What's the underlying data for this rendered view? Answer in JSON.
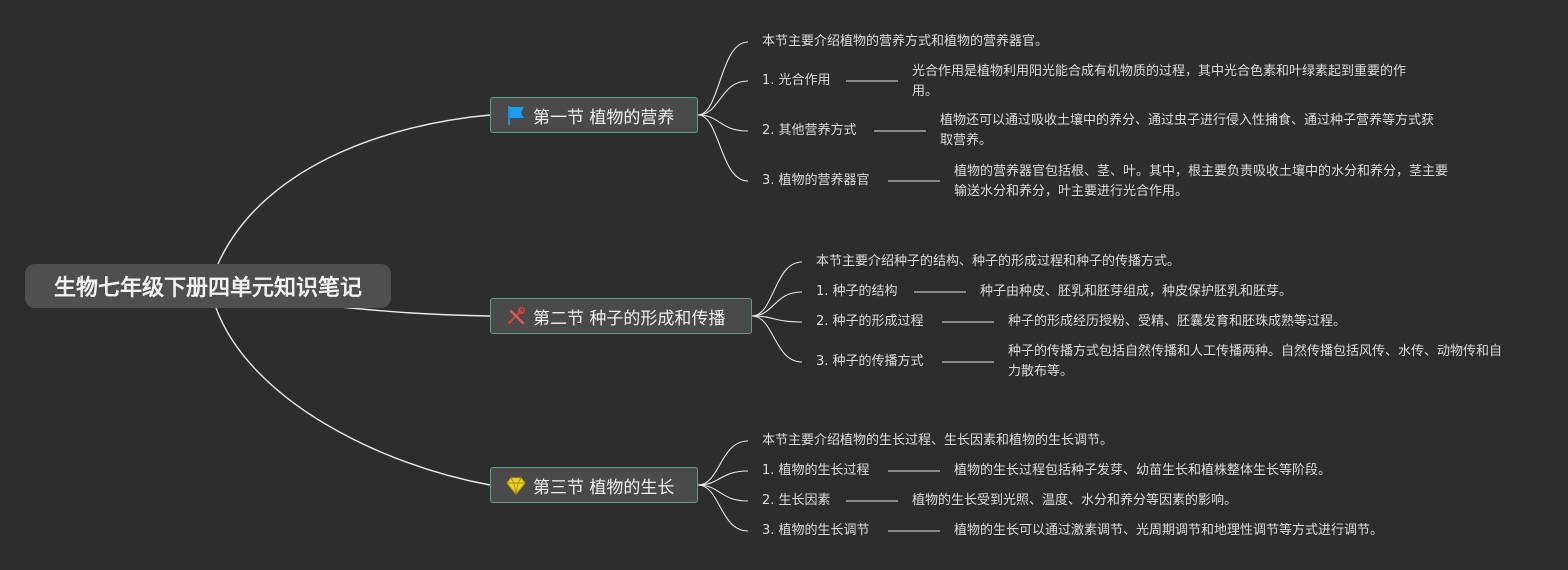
{
  "root": {
    "title": "生物七年级下册四单元知识笔记"
  },
  "sections": [
    {
      "title": "第一节 植物的营养",
      "icon": "flag-icon",
      "intro": "本节主要介绍植物的营养方式和植物的营养器官。",
      "items": [
        {
          "label": "1. 光合作用",
          "desc": "光合作用是植物利用阳光能合成有机物质的过程，其中光合色素和叶绿素起到重要的作用。"
        },
        {
          "label": "2. 其他营养方式",
          "desc": "植物还可以通过吸收土壤中的养分、通过虫子进行侵入性捕食、通过种子营养等方式获取营养。"
        },
        {
          "label": "3. 植物的营养器官",
          "desc": "植物的营养器官包括根、茎、叶。其中，根主要负责吸收土壤中的水分和养分，茎主要输送水分和养分，叶主要进行光合作用。"
        }
      ]
    },
    {
      "title": "第二节 种子的形成和传播",
      "icon": "tools-icon",
      "intro": "本节主要介绍种子的结构、种子的形成过程和种子的传播方式。",
      "items": [
        {
          "label": "1. 种子的结构",
          "desc": "种子由种皮、胚乳和胚芽组成，种皮保护胚乳和胚芽。"
        },
        {
          "label": "2. 种子的形成过程",
          "desc": "种子的形成经历授粉、受精、胚囊发育和胚珠成熟等过程。"
        },
        {
          "label": "3. 种子的传播方式",
          "desc": "种子的传播方式包括自然传播和人工传播两种。自然传播包括风传、水传、动物传和自力散布等。"
        }
      ]
    },
    {
      "title": "第三节 植物的生长",
      "icon": "diamond-icon",
      "intro": "本节主要介绍植物的生长过程、生长因素和植物的生长调节。",
      "items": [
        {
          "label": "1. 植物的生长过程",
          "desc": "植物的生长过程包括种子发芽、幼苗生长和植株整体生长等阶段。"
        },
        {
          "label": "2. 生长因素",
          "desc": "植物的生长受到光照、温度、水分和养分等因素的影响。"
        },
        {
          "label": "3. 植物的生长调节",
          "desc": "植物的生长可以通过激素调节、光周期调节和地理性调节等方式进行调节。"
        }
      ]
    }
  ]
}
